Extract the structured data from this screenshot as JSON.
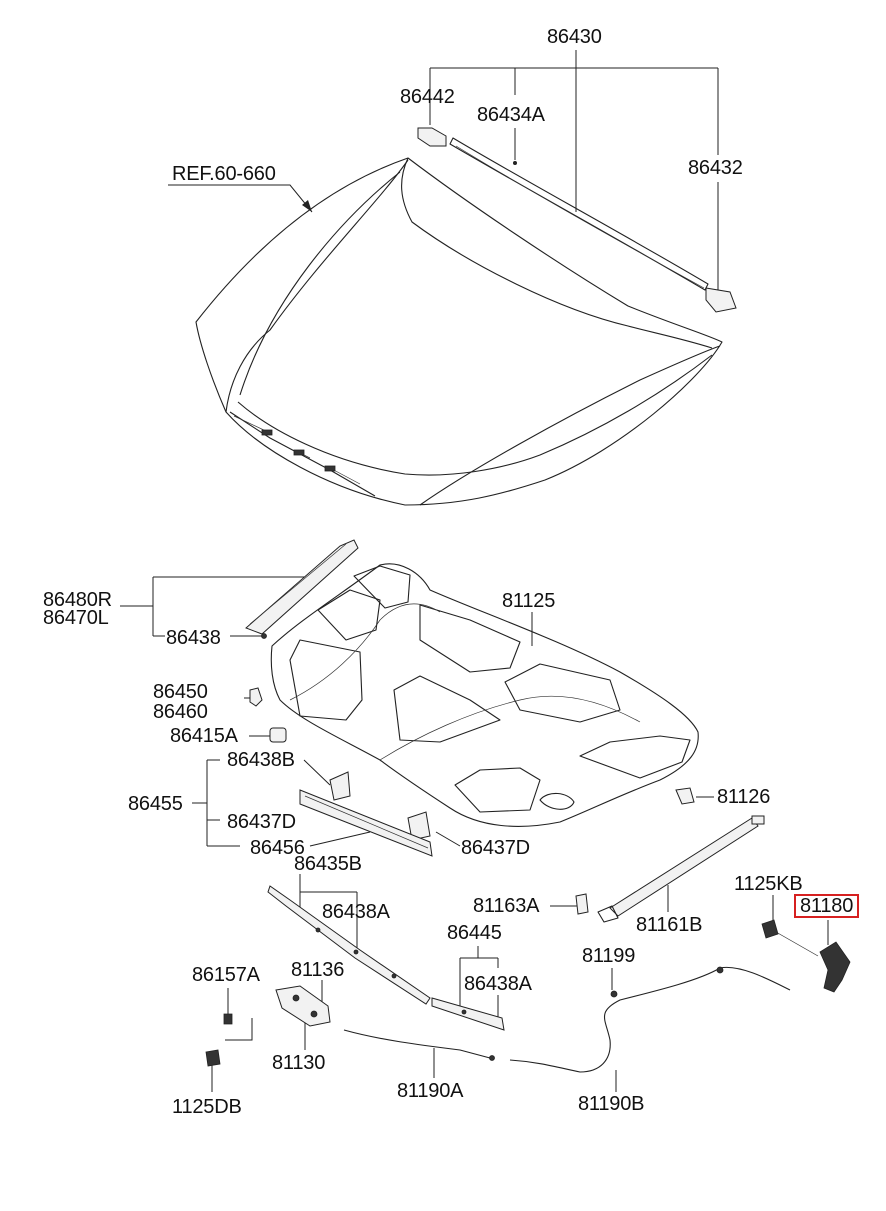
{
  "highlight_color": "#d62020",
  "labels": {
    "p86430": "86430",
    "p86442": "86442",
    "p86434A": "86434A",
    "p86432": "86432",
    "ref": "REF.60-660",
    "p86480R": "86480R",
    "p86470L": "86470L",
    "p86438": "86438",
    "p81125": "81125",
    "p86450": "86450",
    "p86460": "86460",
    "p86415A": "86415A",
    "p86438B": "86438B",
    "p86455": "86455",
    "p86437D_a": "86437D",
    "p86456": "86456",
    "p86437D_b": "86437D",
    "p81126": "81126",
    "p86435B": "86435B",
    "p86438A_a": "86438A",
    "p81163A": "81163A",
    "p81161B": "81161B",
    "p1125KB": "1125KB",
    "p81180": "81180",
    "p86445": "86445",
    "p86438A_b": "86438A",
    "p81199": "81199",
    "p86157A": "86157A",
    "p81136": "81136",
    "p81130": "81130",
    "p81190A": "81190A",
    "p81190B": "81190B",
    "p1125DB": "1125DB"
  }
}
